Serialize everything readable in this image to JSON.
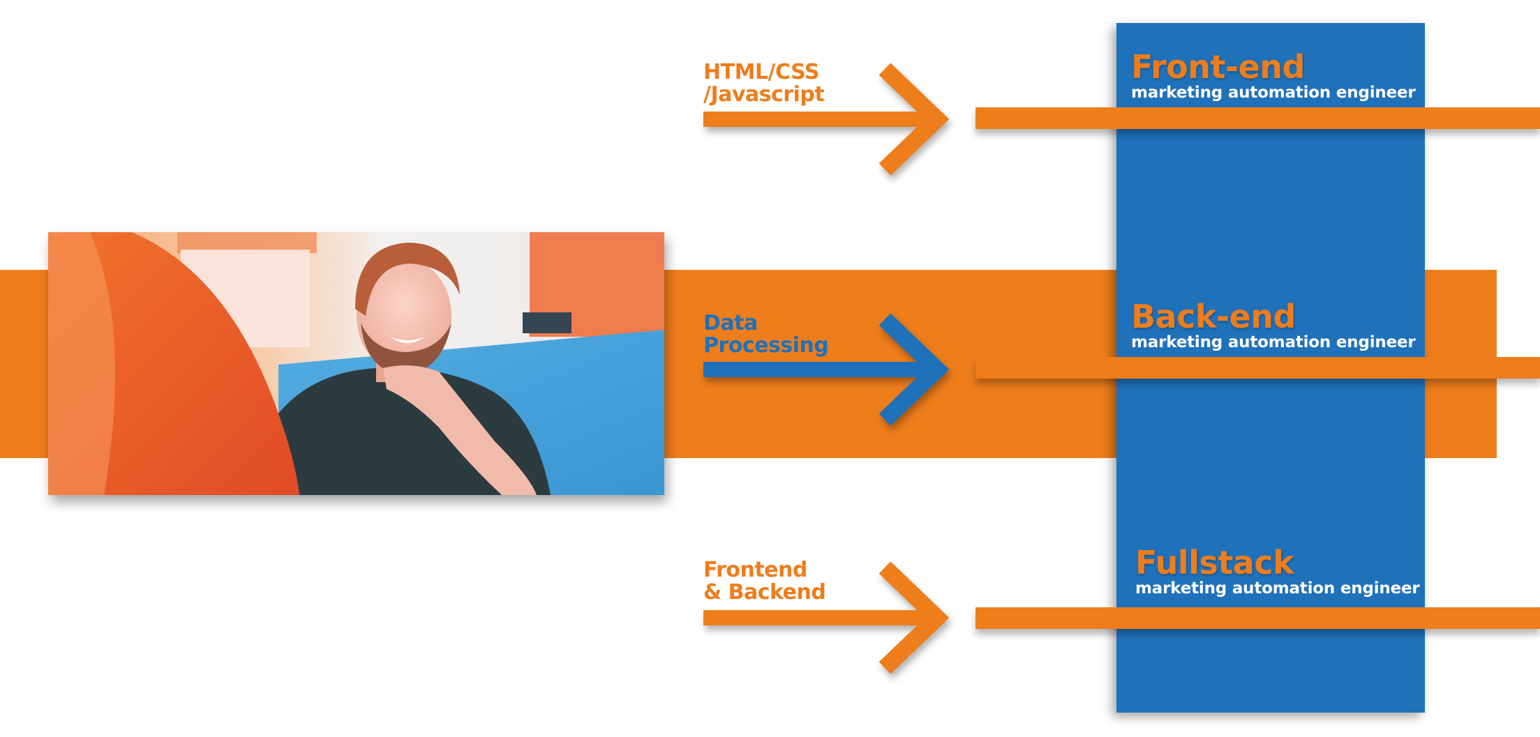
{
  "colors": {
    "orange": "#EE7D1C",
    "blue": "#1F71BA",
    "background": "#FFFFFF"
  },
  "skills": [
    {
      "line1": "HTML/CSS",
      "line2": "/Javascript",
      "color": "#EE7D1C"
    },
    {
      "line1": "Data",
      "line2": "Processing",
      "color": "#1F71BA"
    },
    {
      "line1": "Frontend",
      "line2": "& Backend",
      "color": "#EE7D1C"
    }
  ],
  "roles": [
    {
      "title": "Front-end",
      "subtitle": "marketing automation engineer"
    },
    {
      "title": "Back-end",
      "subtitle": "marketing automation engineer"
    },
    {
      "title": "Fullstack",
      "subtitle": "marketing automation engineer"
    }
  ],
  "photo": {
    "icon": "smiling-man-photo"
  }
}
